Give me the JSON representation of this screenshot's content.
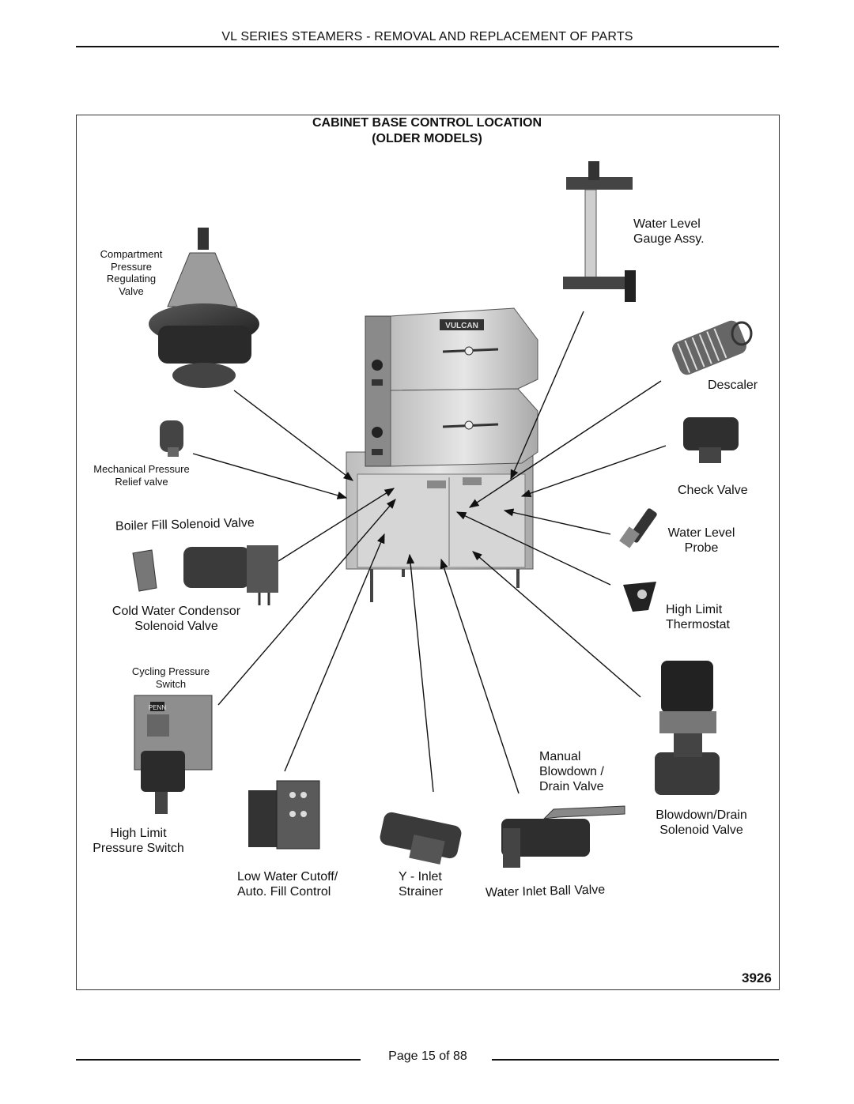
{
  "header": {
    "title": "VL SERIES STEAMERS - REMOVAL AND REPLACEMENT OF PARTS"
  },
  "figure": {
    "title_line1": "CABINET BASE CONTROL LOCATION",
    "title_line2": "(OLDER MODELS)",
    "figure_number": "3926",
    "brand": "VULCAN",
    "switch_brand": "PENN",
    "labels": {
      "compartment_valve": [
        "Compartment",
        "Pressure",
        "Regulating",
        "Valve"
      ],
      "mech_relief": [
        "Mechanical Pressure",
        "Relief valve"
      ],
      "boiler_fill": "Boiler Fill Solenoid Valve",
      "cold_water": [
        "Cold Water Condensor",
        "Solenoid Valve"
      ],
      "cycling_switch": [
        "Cycling Pressure",
        "Switch"
      ],
      "high_limit_switch": [
        "High Limit",
        "Pressure Switch"
      ],
      "low_water": [
        "Low Water Cutoff/",
        "Auto. Fill Control"
      ],
      "y_strainer": [
        "Y - Inlet",
        "Strainer"
      ],
      "ball_valve": "Water Inlet Ball Valve",
      "manual_blowdown": [
        "Manual",
        "Blowdown /",
        "Drain Valve"
      ],
      "blowdown_solenoid": [
        "Blowdown/Drain",
        "Solenoid Valve"
      ],
      "high_limit_thermo": [
        "High Limit",
        "Thermostat"
      ],
      "water_level_probe": [
        "Water Level",
        "Probe"
      ],
      "check_valve": "Check Valve",
      "descaler": "Descaler",
      "gauge_assy": [
        "Water Level",
        "Gauge Assy."
      ]
    }
  },
  "footer": {
    "page": "Page 15 of  88"
  }
}
